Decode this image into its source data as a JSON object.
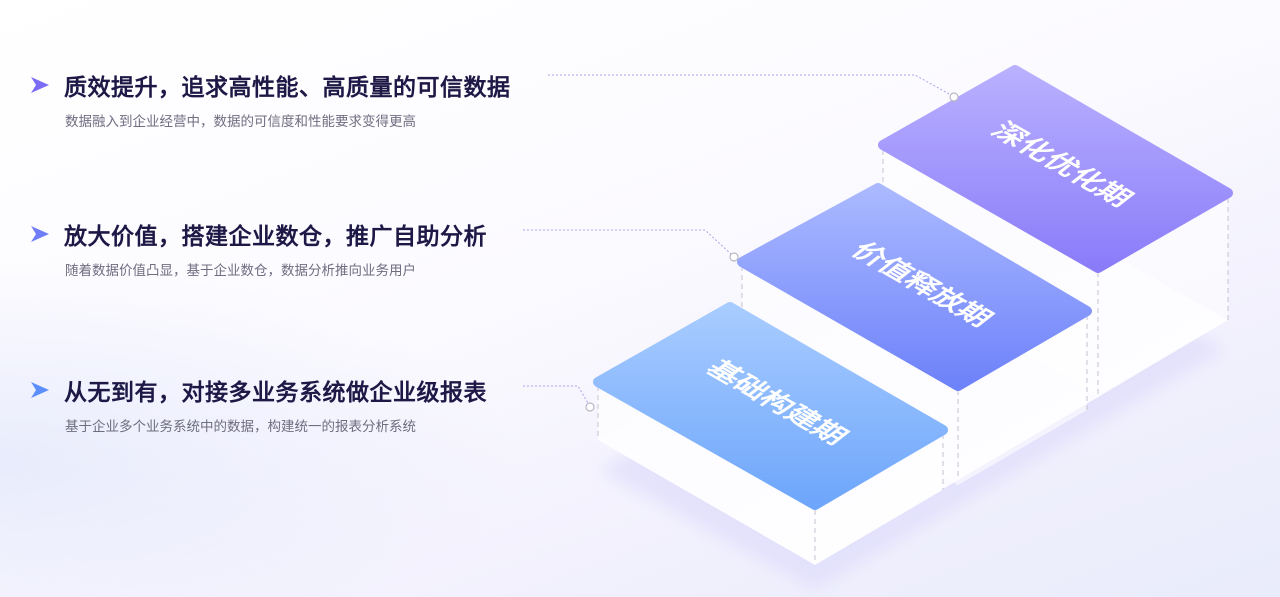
{
  "stages": [
    {
      "title": "质效提升，追求高性能、高质量的可信数据",
      "desc": "数据融入到企业经营中，数据的可信度和性能要求变得更高",
      "tile": "深化优化期",
      "color": "#7f6cf7"
    },
    {
      "title": "放大价值，搭建企业数仓，推广自助分析",
      "desc": "随着数据价值凸显，基于企业数仓，数据分析推向业务用户",
      "tile": "价值释放期",
      "color": "#6f82fb"
    },
    {
      "title": "从无到有，对接多业务系统做企业级报表",
      "desc": "基于企业多个业务系统中的数据，构建统一的报表分析系统",
      "tile": "基础构建期",
      "color": "#6aa6fc"
    }
  ],
  "colors": {
    "arrow_top": "#7a6cf6",
    "arrow_mid": "#6f7ef8",
    "arrow_bot": "#5c8ffb",
    "title": "#1d1846",
    "desc": "#6f6d80"
  }
}
